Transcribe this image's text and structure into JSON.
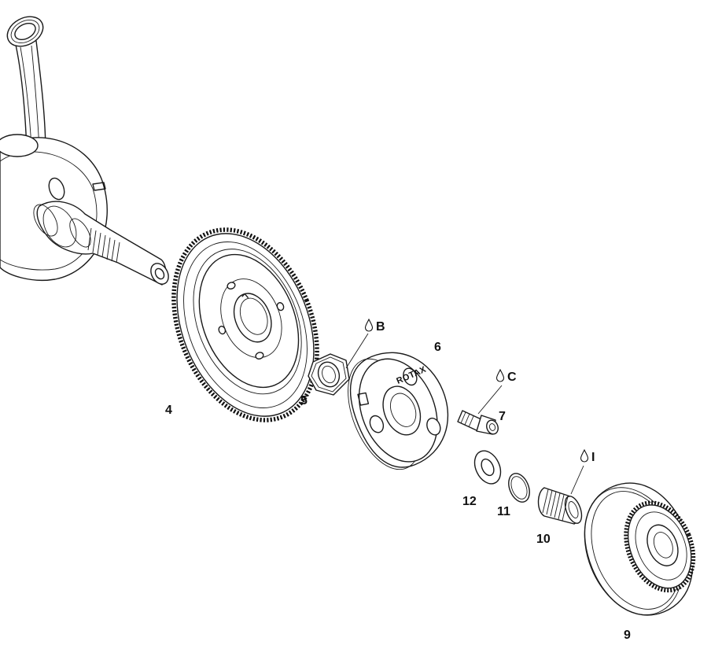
{
  "parts": [
    {
      "id": "part-4",
      "label": "4"
    },
    {
      "id": "part-5",
      "label": "5"
    },
    {
      "id": "part-6",
      "label": "6"
    },
    {
      "id": "part-7",
      "label": "7"
    },
    {
      "id": "part-9",
      "label": "9"
    },
    {
      "id": "part-10",
      "label": "10"
    },
    {
      "id": "part-11",
      "label": "11"
    },
    {
      "id": "part-12",
      "label": "12"
    }
  ],
  "lubricants": [
    {
      "id": "lube-b",
      "label": "B"
    },
    {
      "id": "lube-c",
      "label": "C"
    },
    {
      "id": "lube-i",
      "label": "I"
    }
  ],
  "brand_marking": "ROTAX"
}
